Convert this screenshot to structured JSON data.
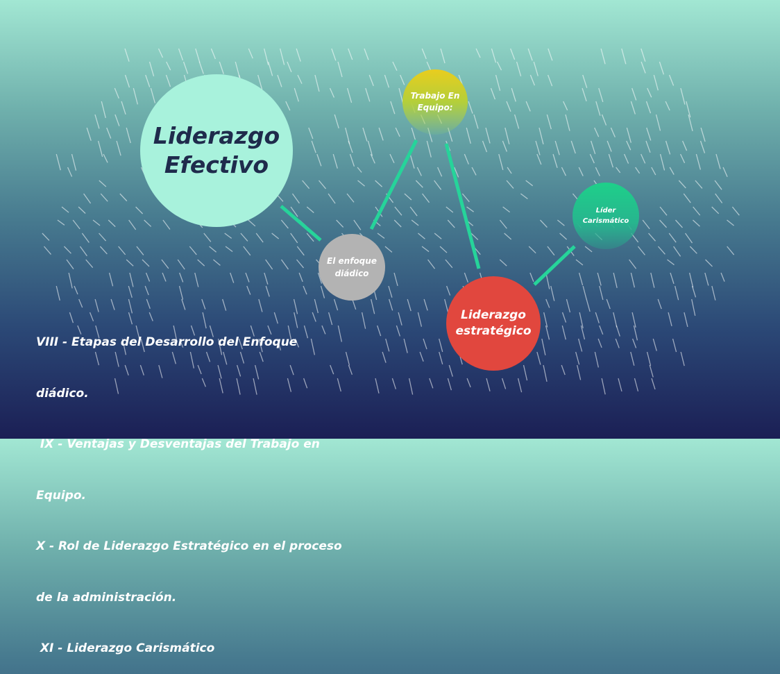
{
  "colors": {
    "main": "#a8f2dc",
    "team": "#e9cd1e",
    "dyad": "#b3b3b3",
    "strategic": "#e1473e",
    "charismatic": "#1ed08a",
    "connector": "#26d49a"
  },
  "nodes": {
    "main": "Liderazgo\nEfectivo",
    "team": "Trabajo En\nEquipo:",
    "dyad": "El enfoque\ndiádico",
    "strategic": "Liderazgo\nestratégico",
    "charismatic": "Líder\nCarismático"
  },
  "topics": [
    "VIII - Etapas del Desarrollo del Enfoque",
    "diádico.",
    " IX - Ventajas y Desventajas del Trabajo en",
    "Equipo.",
    "X - Rol de Liderazgo Estratégico en el proceso",
    "de la administración.",
    " XI - Liderazgo Carismático"
  ]
}
